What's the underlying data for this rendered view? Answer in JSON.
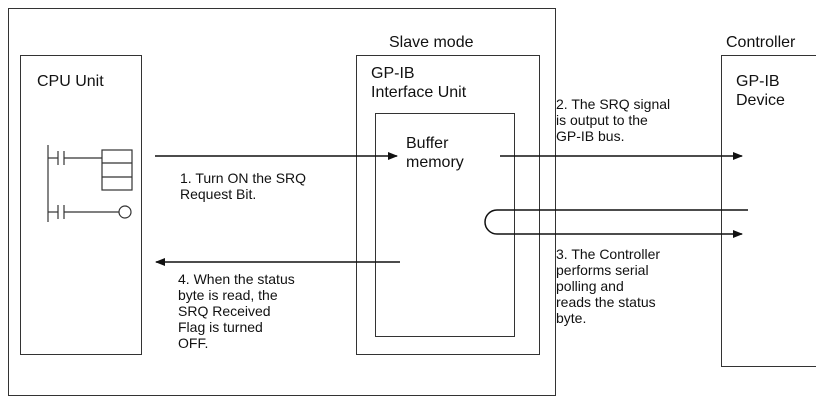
{
  "slave_mode_label": "Slave mode",
  "controller_label": "Controller",
  "cpu_unit": {
    "title": "CPU Unit"
  },
  "interface_unit": {
    "title": "GP-IB\nInterface Unit"
  },
  "buffer_memory": {
    "title": "Buffer\nmemory"
  },
  "gpib_device": {
    "title": "GP-IB\nDevice"
  },
  "steps": {
    "step1": "1. Turn ON the SRQ\n    Request Bit.",
    "step2": "2. The SRQ signal\n    is output to the\n    GP-IB bus.",
    "step3": "3. The Controller\n    performs serial\n    polling and\n    reads the status\n    byte.",
    "step4": "4. When the status\n    byte is read, the\n    SRQ Received\n    Flag is turned\n    OFF."
  }
}
